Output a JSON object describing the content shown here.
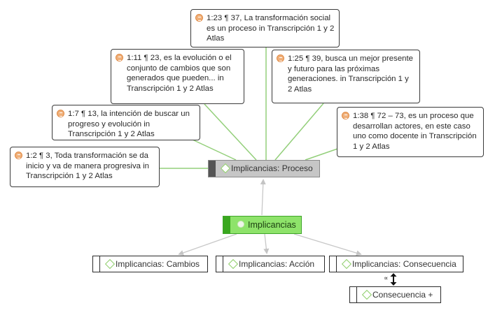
{
  "diagram": {
    "quotations": [
      {
        "id": "q1_23",
        "text": "1:23 ¶ 37, La transformación social es un proceso in Transcripción 1 y 2 Atlas",
        "icon": "quotation-icon"
      },
      {
        "id": "q1_11",
        "text": "1:11 ¶ 23, es la evolución o el conjunto de cambios que son generados que pueden... in Transcripción 1 y 2 Atlas",
        "icon": "quotation-icon"
      },
      {
        "id": "q1_25",
        "text": "1:25 ¶ 39, busca un mejor presente y futuro para las próximas generaciones. in Transcripción 1 y 2 Atlas",
        "icon": "quotation-icon"
      },
      {
        "id": "q1_7",
        "text": "1:7 ¶ 13, la intención de buscar un progreso y evolución in Transcripción 1 y 2 Atlas",
        "icon": "quotation-icon"
      },
      {
        "id": "q1_38",
        "text": "1:38 ¶ 72 – 73, es un proceso que desarrollan actores, en este  caso uno como docente in Transcripción 1 y 2 Atlas",
        "icon": "quotation-icon"
      },
      {
        "id": "q1_2",
        "text": "1:2 ¶ 3, Toda transformación se da inicio y va de manera progresiva in Transcripción 1 y 2 Atlas",
        "icon": "quotation-icon"
      }
    ],
    "codes": {
      "proceso": {
        "label": "Implicancias: Proceso",
        "icon": "code-diamond-icon",
        "color": "#c6c6c6"
      },
      "main": {
        "label": "Implicancias",
        "icon": "code-group-circle-icon",
        "color": "#8ee36a"
      },
      "cambios": {
        "label": "Implicancias: Cambios",
        "icon": "code-diamond-icon"
      },
      "accion": {
        "label": "Implicancias: Acción",
        "icon": "code-diamond-icon"
      },
      "consecuencia": {
        "label": "Implicancias: Consecuencia",
        "icon": "code-diamond-icon"
      },
      "consecuencia_plus": {
        "label": "Consecuencia +",
        "icon": "code-diamond-icon"
      }
    },
    "relation_symbol": "∝",
    "colors": {
      "quote_link": "#93cf7a",
      "code_link": "#c8c8c8",
      "quote_icon": "#f0b07a"
    }
  }
}
